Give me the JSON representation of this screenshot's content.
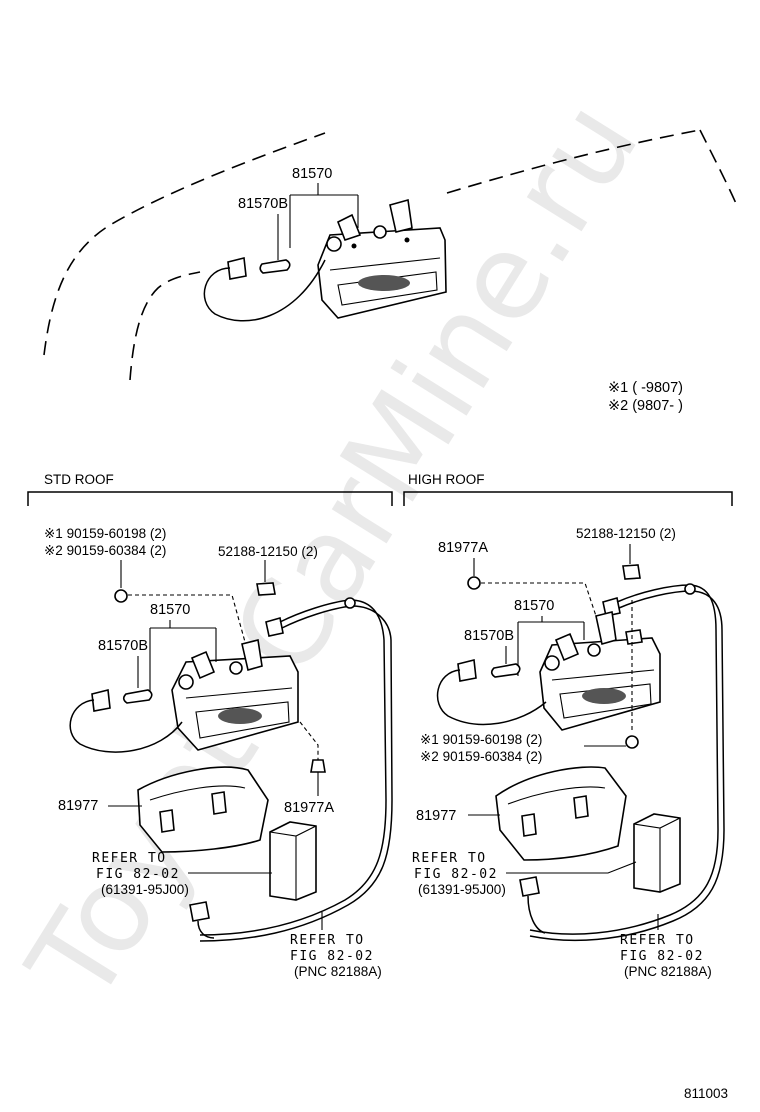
{
  "watermark": "ToyotaCarMine.ru",
  "top": {
    "label_lamp_assy": "81570",
    "label_bulb": "81570B",
    "notes": [
      {
        "mark": "※1",
        "text": "(         -9807)"
      },
      {
        "mark": "※2",
        "text": "(9807-          )"
      }
    ]
  },
  "std": {
    "heading": "STD ROOF",
    "screw_1": "※1 90159-60198 (2)",
    "screw_2": "※2 90159-60384 (2)",
    "clip": "52188-12150 (2)",
    "lamp_assy": "81570",
    "bulb": "81570B",
    "bracket": "81977",
    "nut": "81977A",
    "refer_a": [
      "REFER TO",
      "FIG 82-02",
      "(61391-95J00)"
    ],
    "refer_b": [
      "REFER TO",
      "FIG 82-02",
      "(PNC 82188A)"
    ]
  },
  "high": {
    "heading": "HIGH ROOF",
    "nut": "81977A",
    "clip": "52188-12150 (2)",
    "lamp_assy": "81570",
    "bulb": "81570B",
    "screw_1": "※1 90159-60198 (2)",
    "screw_2": "※2 90159-60384 (2)",
    "bracket": "81977",
    "refer_a": [
      "REFER TO",
      "FIG 82-02",
      "(61391-95J00)"
    ],
    "refer_b": [
      "REFER TO",
      "FIG 82-02",
      "(PNC 82188A)"
    ]
  },
  "figure_number": "811003"
}
